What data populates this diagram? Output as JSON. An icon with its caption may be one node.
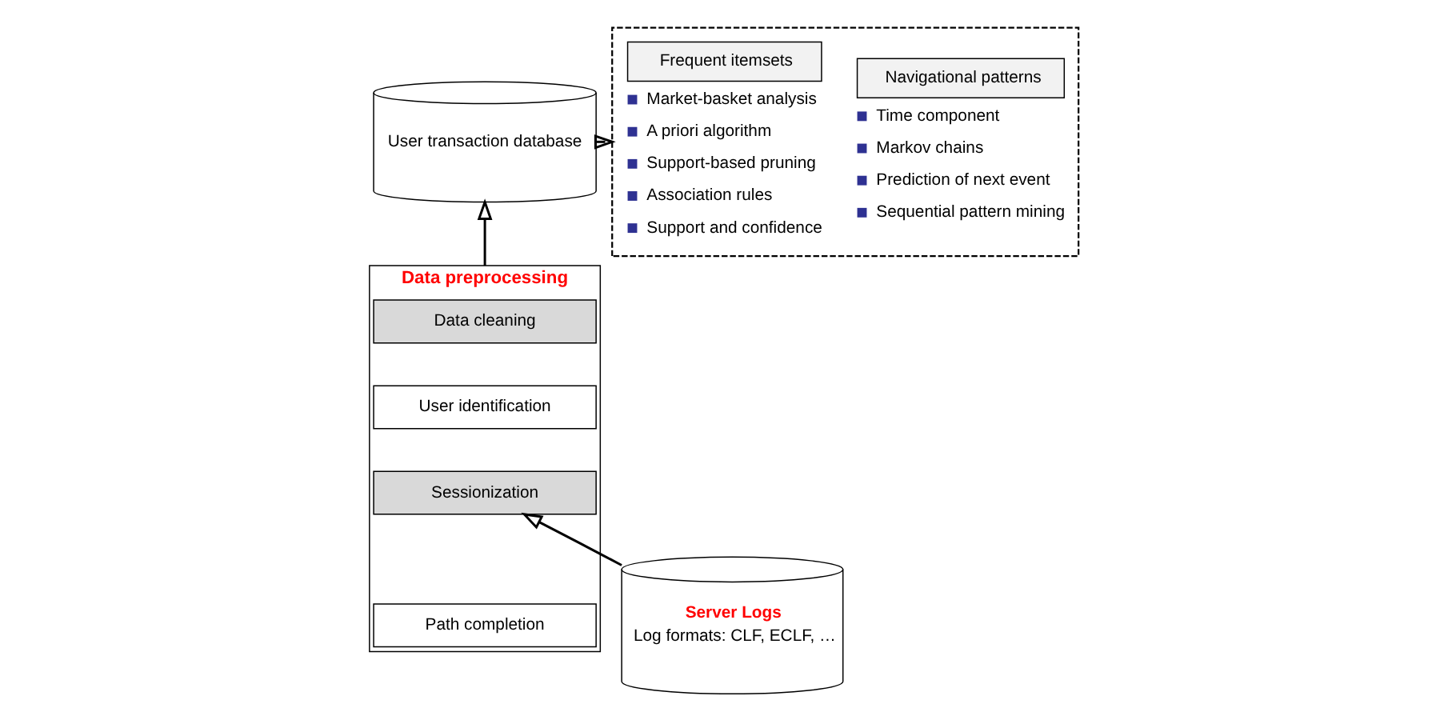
{
  "diagram": {
    "nodes": [
      {
        "text": [
          "User transaction database"
        ]
      },
      {
        "text": [],
        "shape": "box"
      },
      {
        "text": [
          "Frequent itemsets",
          "Market-basket analysis",
          "A priori algorithm",
          "Support-based pruning",
          "Association rules",
          "Support and confidence"
        ],
        "in": 1
      },
      {
        "text": [
          "Navigational patterns",
          "Time component",
          "Markov chains",
          "Prediction of next event",
          "Sequential pattern mining"
        ],
        "in": 1
      },
      {
        "text": [
          "Data preprocessing"
        ]
      },
      {
        "text": [
          "Data cleaning"
        ],
        "in": 4
      },
      {
        "text": [
          "User identification"
        ],
        "in": 4
      },
      {
        "text": [
          "Sessionization"
        ],
        "in": 4
      },
      {
        "text": [
          "Path completion"
        ],
        "in": 4
      },
      {
        "text": [
          "Server Logs",
          "Log formats: CLF, ECLF, …"
        ]
      }
    ],
    "edges": [
      {
        "from": 0,
        "to": 1,
        "arrow": "to"
      },
      {
        "from": 4,
        "to": 0,
        "arrow": "to"
      },
      {
        "from": 9,
        "to": 7,
        "arrow": "to"
      }
    ]
  }
}
